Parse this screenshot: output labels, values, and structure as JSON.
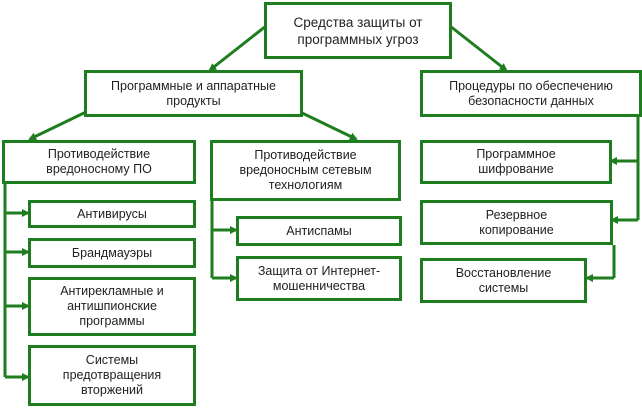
{
  "colors": {
    "accent": "#1e7d1e"
  },
  "root": "Средства защиты от\nпрограммных угроз",
  "branches": {
    "products": "Программные и аппаратные\nпродукты",
    "procedures": "Процедуры по обеспечению\nбезопасности данных"
  },
  "malware": {
    "title": "Противодействие\nвредоносному ПО",
    "items": [
      "Антивирусы",
      "Брандмауэры",
      "Антирекламные и\nантишпионские\nпрограммы",
      "Системы\nпредотвращения\nвторжений"
    ]
  },
  "network": {
    "title": "Противодействие\nвредоносным сетевым\nтехнологиям",
    "items": [
      "Антиспамы",
      "Защита от Интернет-\nмошенничества"
    ]
  },
  "procedures": {
    "items": [
      "Программное\nшифрование",
      "Резервное\nкопирование",
      "Восстановление\nсистемы"
    ]
  }
}
